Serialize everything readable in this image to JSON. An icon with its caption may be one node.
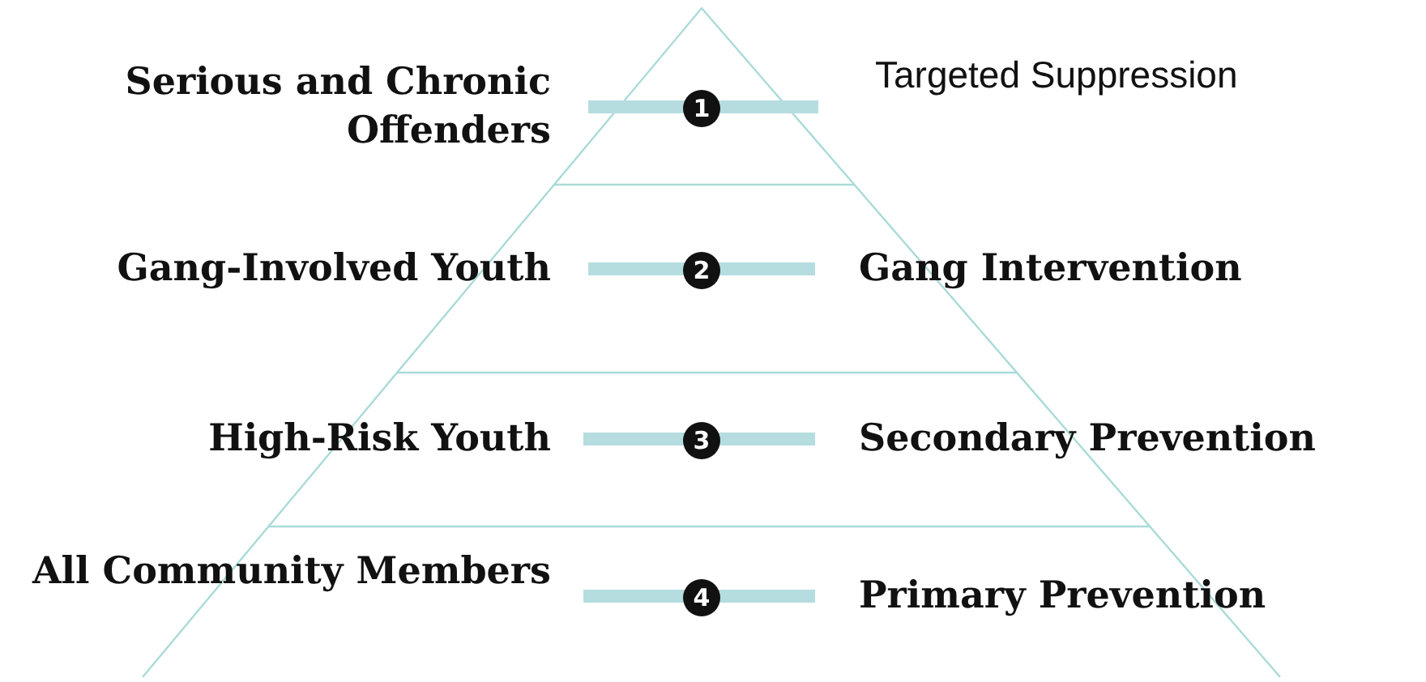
{
  "diagram": {
    "labels": [
      "Serious and Chronic Offenders",
      "1",
      "Targeted Suppression",
      "Gang-Involved Youth",
      "2",
      "Gang Intervention",
      "High-Risk Youth",
      "3",
      "Secondary Prevention",
      "All Community Members",
      "4",
      "Primary Prevention"
    ]
  }
}
